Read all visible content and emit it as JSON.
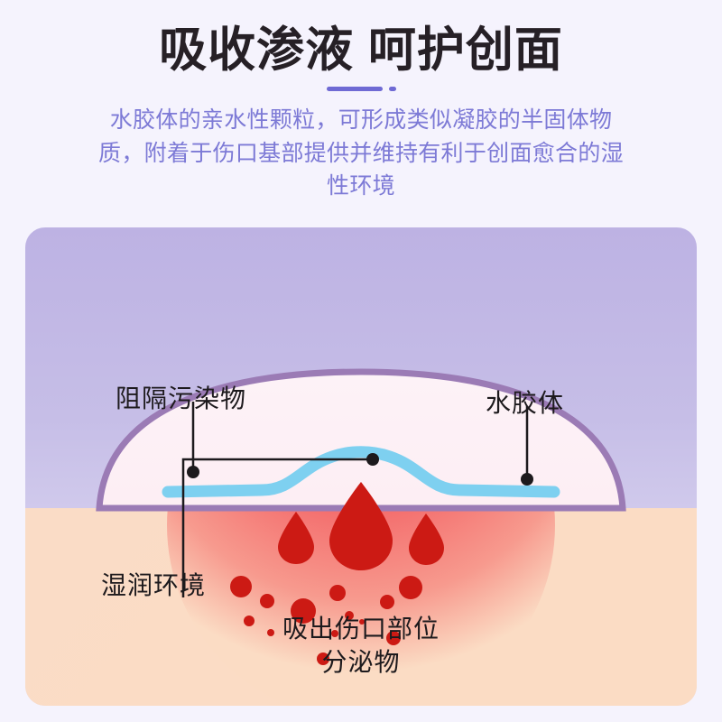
{
  "header": {
    "title": "吸收渗液 呵护创面",
    "subtitle": "水胶体的亲水性颗粒，可形成类似凝胶的半固体物质，附着于伤口基部提供并维持有利于创面愈合的湿性环境",
    "divider_color": "#6f6ad4",
    "title_color": "#262026",
    "subtitle_color": "#7d7ad6"
  },
  "illustration": {
    "background_top_color": "#bdb2e3",
    "background_bottom_color": "#ded9f2",
    "skin_color": "#fbdcc4",
    "dressing_border_color": "#9b7bb5",
    "dressing_fill_color": "#fdf0f6",
    "moist_layer_color": "#7ed0f0",
    "wound_color": "#f2716f",
    "blood_color": "#cc1a14",
    "arrow_color": "#ffffff",
    "arrows": [
      {
        "name": "vapor-arrow-left",
        "direction": "up-left"
      },
      {
        "name": "vapor-arrow-center",
        "direction": "up"
      },
      {
        "name": "vapor-arrow-right",
        "direction": "up-right"
      }
    ],
    "callouts": [
      {
        "id": "barrier",
        "label": "阻隔污染物"
      },
      {
        "id": "colloid",
        "label": "水胶体"
      },
      {
        "id": "moist",
        "label": "湿润环境"
      },
      {
        "id": "absorb",
        "label_line1": "吸出伤口部位",
        "label_line2": "分泌物"
      }
    ]
  }
}
